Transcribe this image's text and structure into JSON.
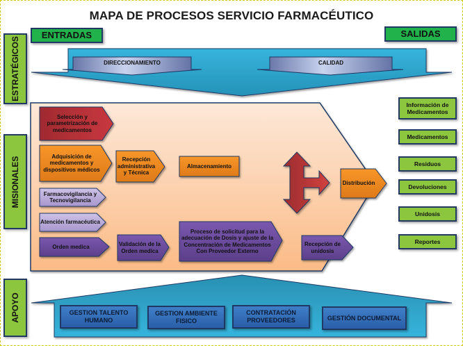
{
  "title": "MAPA DE PROCESOS SERVICIO FARMACÉUTICO",
  "headers": {
    "inputs": "ENTRADAS",
    "outputs": "SALIDAS"
  },
  "side_labels": {
    "strategic": "ESTRATÉGICOS",
    "missional": "MISIONALES",
    "support": "APOYO"
  },
  "strategic": {
    "items": [
      "DIRECCIONAMIENTO",
      "CALIDAD"
    ]
  },
  "missional": {
    "selection": "Selección y parametrización de medicamentos",
    "acquisition": "Adquisición de medicamentos y dispositivos médicos",
    "reception": "Recepción administrativa y Técnica",
    "storage": "Almacenamiento",
    "pharmacovigilance": "Farmacovigilancia y Tecnovigilancia",
    "pharma_care": "Atención farmacéutica",
    "medical_order": "Orden medica",
    "order_validation": "Validación de la Orden medica",
    "dose_request": "Proceso de solicitud para la adecuación de Dosis y ajuste de la Concentración de Medicamentos Con Proveedor Externo",
    "unidose_reception": "Recepción de unidosis",
    "distribution": "Distribución"
  },
  "outputs": [
    "Información de Medicamentos",
    "Medicamentos",
    "Residuos",
    "Devoluciones",
    "Unidosis",
    "Reportes"
  ],
  "support": {
    "items": [
      "GESTION TALENTO HUMANO",
      "GESTION AMBIENTE FISICO",
      "CONTRATACIÓN PROVEEDORES",
      "GESTIÓN DOCUMENTAL"
    ]
  },
  "colors": {
    "red": "#b8303a",
    "orange": "#f08c22",
    "lavender": "#b7a7d8",
    "purple": "#6a4a9c",
    "green_header": "#22b24c",
    "green_box": "#8cc63f",
    "teal": "#2fa8cc",
    "peach": "#fbc79a",
    "navy": "#1f3864"
  }
}
